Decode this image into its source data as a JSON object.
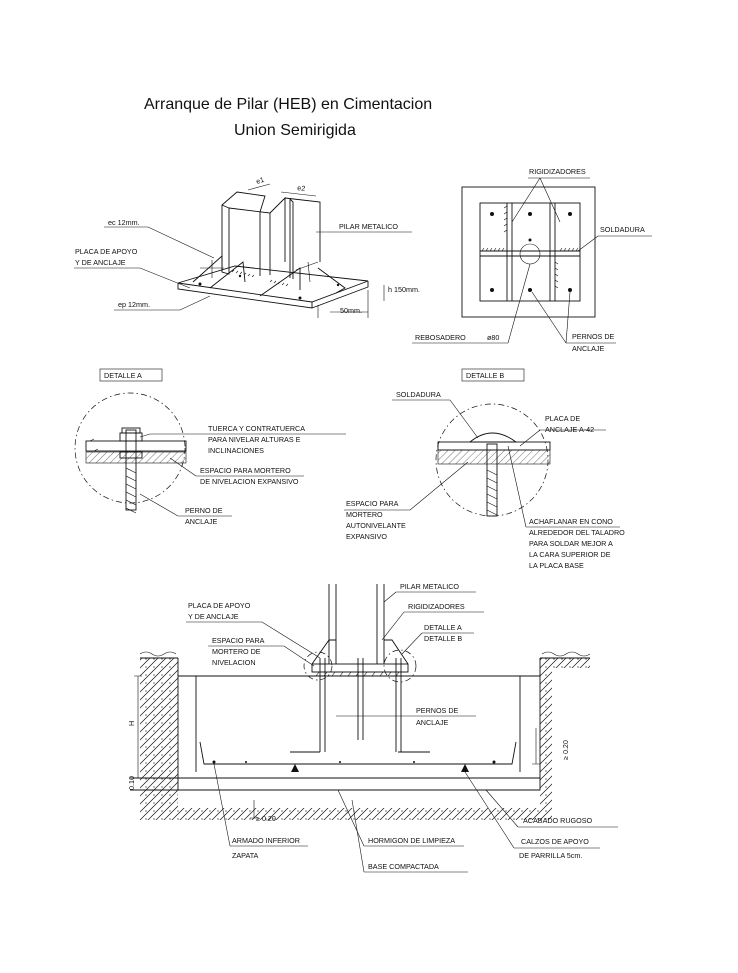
{
  "title": {
    "line1": "Arranque de Pilar (HEB) en Cimentacion",
    "line2": "Union Semirigida"
  },
  "isometric": {
    "dim_e1": "e1",
    "dim_e2": "e2",
    "ec": "ec 12mm.",
    "placa_1": "PLACA DE APOYO",
    "placa_2": "Y DE ANCLAJE",
    "pilar": "PILAR METALICO",
    "ep": "ep 12mm.",
    "h150": "h 150mm.",
    "d50": "50mm."
  },
  "plan": {
    "rigidizadores": "RIGIDIZADORES",
    "soldadura": "SOLDADURA",
    "rebosadero": "REBOSADERO",
    "diam80": "ø80",
    "pernos_1": "PERNOS DE",
    "pernos_2": "ANCLAJE"
  },
  "detalle_a": {
    "tag": "DETALLE A",
    "tuerca_1": "TUERCA Y CONTRATUERCA",
    "tuerca_2": "PARA NIVELAR ALTURAS E",
    "tuerca_3": "INCLINACIONES",
    "espacio_1": "ESPACIO PARA MORTERO",
    "espacio_2": "DE NIVELACION EXPANSIVO",
    "perno_1": "PERNO DE",
    "perno_2": "ANCLAJE"
  },
  "detalle_b": {
    "tag": "DETALLE B",
    "soldadura": "SOLDADURA",
    "placa_1": "PLACA DE",
    "placa_2": "ANCLAJE A-42",
    "espacio_1": "ESPACIO PARA",
    "espacio_2": "MORTERO",
    "espacio_3": "AUTONIVELANTE",
    "espacio_4": "EXPANSIVO",
    "achaf_1": "ACHAFLANAR EN CONO",
    "achaf_2": "ALREDEDOR DEL TALADRO",
    "achaf_3": "PARA SOLDAR MEJOR A",
    "achaf_4": "LA CARA SUPERIOR DE",
    "achaf_5": "LA PLACA BASE"
  },
  "section": {
    "pilar": "PILAR METALICO",
    "placa_1": "PLACA DE APOYO",
    "placa_2": "Y DE ANCLAJE",
    "rigidizadores": "RIGIDIZADORES",
    "espacio_1": "ESPACIO PARA",
    "espacio_2": "MORTERO DE",
    "espacio_3": "NIVELACION",
    "det_a": "DETALLE A",
    "det_b": "DETALLE B",
    "pernos_1": "PERNOS DE",
    "pernos_2": "ANCLAJE",
    "h": "H",
    "h010": "0.10",
    "ge020_r": "≥ 0.20",
    "ge020_b": "≥ 0.20",
    "acabado": "ACABADO RUGOSO",
    "calzos_1": "CALZOS DE APOYO",
    "calzos_2": "DE PARRILLA  5cm.",
    "armado_1": "ARMADO INFERIOR",
    "armado_2": "ZAPATA",
    "hormigon": "HORMIGON DE LIMPIEZA",
    "base": "BASE COMPACTADA"
  }
}
